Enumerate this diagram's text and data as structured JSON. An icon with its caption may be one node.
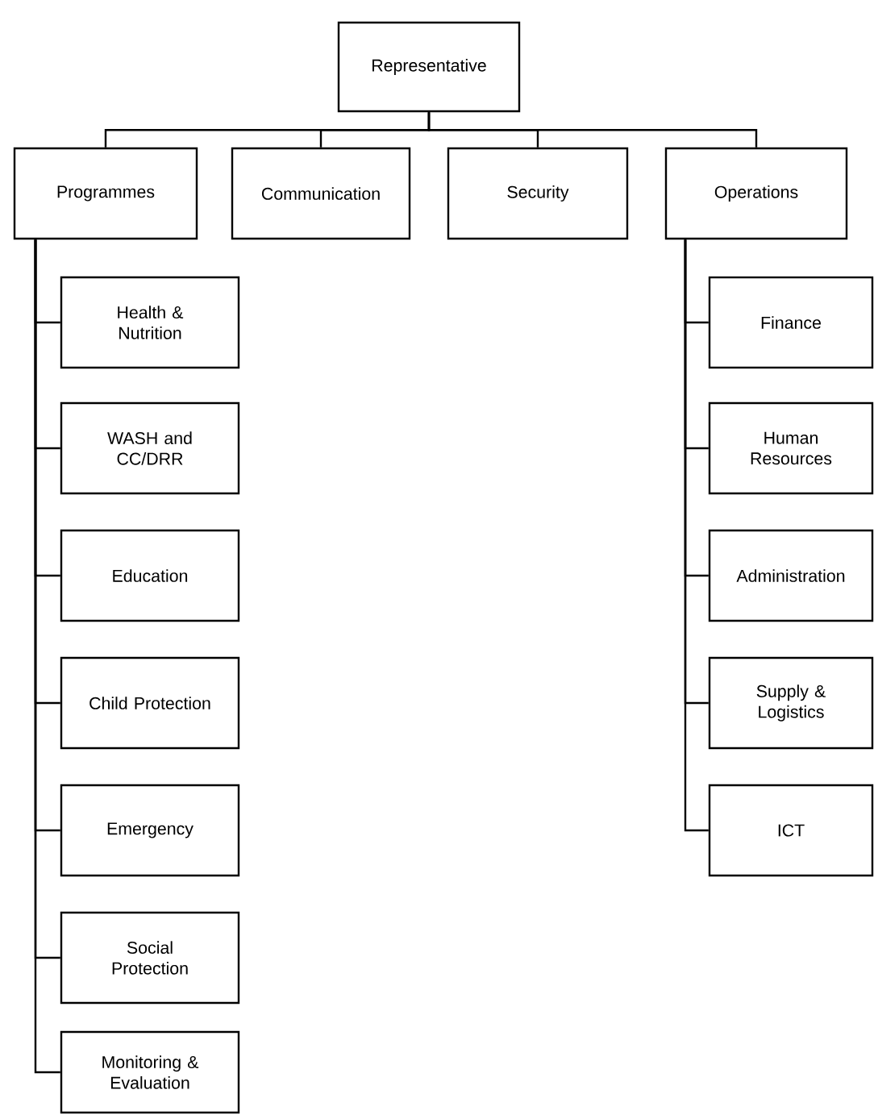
{
  "diagram": {
    "nodes": [
      {
        "text": [
          "Representative"
        ]
      },
      {
        "text": [
          "Programmes"
        ]
      },
      {
        "text": [
          "Communication"
        ]
      },
      {
        "text": [
          "Security"
        ]
      },
      {
        "text": [
          "Operations"
        ]
      },
      {
        "text": [
          "Health & Nutrition"
        ]
      },
      {
        "text": [
          "WASH and CC/DRR"
        ]
      },
      {
        "text": [
          "Education"
        ]
      },
      {
        "text": [
          "Child Protection"
        ]
      },
      {
        "text": [
          "Emergency"
        ]
      },
      {
        "text": [
          "Social Protection"
        ]
      },
      {
        "text": [
          "Monitoring & Evaluation"
        ]
      },
      {
        "text": [
          "Finance"
        ]
      },
      {
        "text": [
          "Human Resources"
        ]
      },
      {
        "text": [
          "Administration"
        ]
      },
      {
        "text": [
          "Supply & Logistics"
        ]
      },
      {
        "text": [
          "ICT"
        ]
      }
    ],
    "edges": [
      {
        "from": 0,
        "to": 1,
        "arrow": "none"
      },
      {
        "from": 0,
        "to": 2,
        "arrow": "none"
      },
      {
        "from": 0,
        "to": 3,
        "arrow": "none"
      },
      {
        "from": 0,
        "to": 4,
        "arrow": "none"
      },
      {
        "from": 1,
        "to": 5,
        "arrow": "none"
      },
      {
        "from": 1,
        "to": 6,
        "arrow": "none"
      },
      {
        "from": 1,
        "to": 7,
        "arrow": "none"
      },
      {
        "from": 1,
        "to": 8,
        "arrow": "none"
      },
      {
        "from": 1,
        "to": 9,
        "arrow": "none"
      },
      {
        "from": 1,
        "to": 10,
        "arrow": "none"
      },
      {
        "from": 1,
        "to": 11,
        "arrow": "none"
      },
      {
        "from": 4,
        "to": 12,
        "arrow": "none"
      },
      {
        "from": 4,
        "to": 13,
        "arrow": "none"
      },
      {
        "from": 4,
        "to": 14,
        "arrow": "none"
      },
      {
        "from": 4,
        "to": 15,
        "arrow": "none"
      },
      {
        "from": 4,
        "to": 16,
        "arrow": "none"
      }
    ]
  }
}
